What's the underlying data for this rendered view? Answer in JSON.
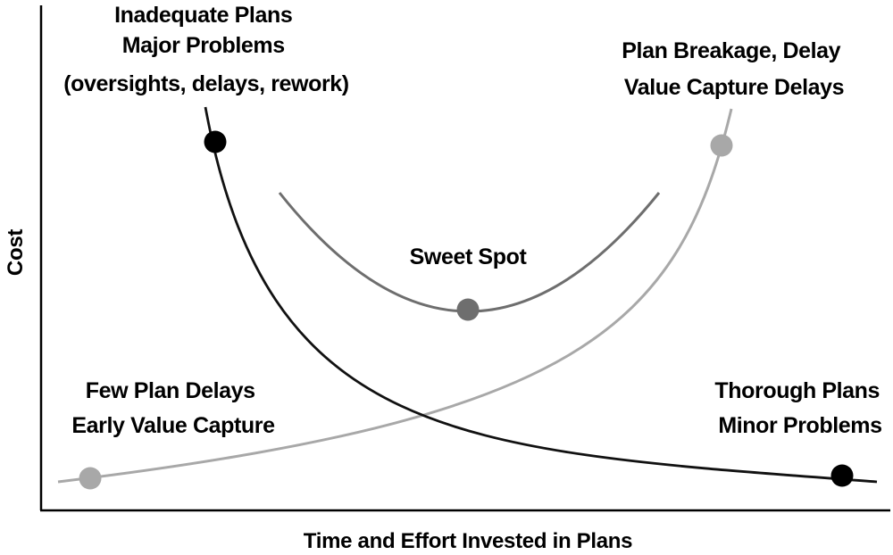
{
  "axes": {
    "x_label": "Time and Effort Invested in Plans",
    "y_label": "Cost"
  },
  "colors": {
    "black_curve": "#111111",
    "light_curve": "#a8a8a8",
    "mid_curve": "#6e6e6e",
    "axis": "#000000"
  },
  "annotations": {
    "inadequate": [
      "Inadequate Plans",
      "Major Problems",
      "(oversights, delays, rework)"
    ],
    "breakage": [
      "Plan Breakage, Delay",
      "Value Capture Delays"
    ],
    "sweet_spot": [
      "Sweet Spot"
    ],
    "few_delays": [
      "Few Plan Delays",
      "Early Value Capture"
    ],
    "thorough": [
      "Thorough Plans",
      "Minor Problems"
    ]
  }
}
